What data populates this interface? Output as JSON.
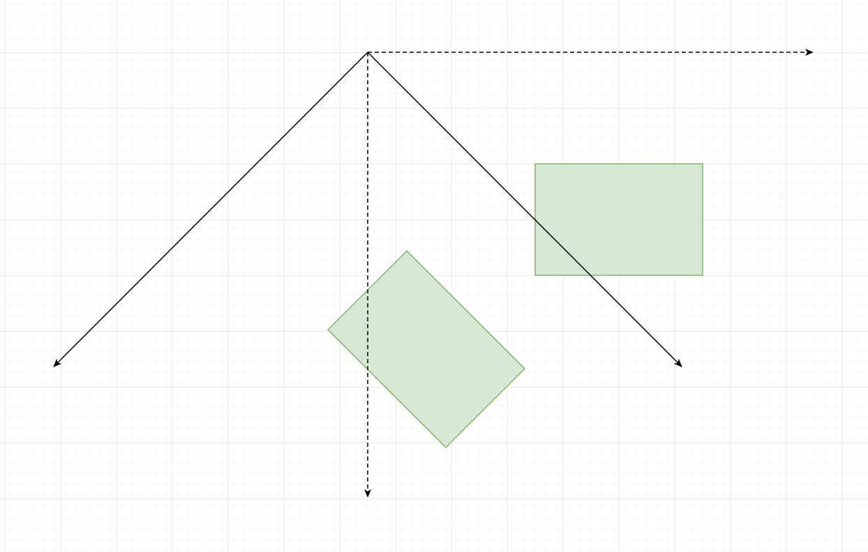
{
  "canvas": {
    "background": "#ffffff",
    "grid_minor_color": "#f0f0f0",
    "grid_major_color": "#d6d6d6",
    "grid_visible": true
  },
  "diagram": {
    "edge_color": "#000000",
    "shape_fill": "#d5e8d4",
    "shape_stroke": "#82b366",
    "edges": [
      {
        "id": "dashed-arrow-right",
        "style": "dashed",
        "direction": "right"
      },
      {
        "id": "dashed-arrow-down",
        "style": "dashed",
        "direction": "down"
      },
      {
        "id": "solid-arrow-down-left",
        "style": "solid",
        "direction": "down-left"
      },
      {
        "id": "solid-arrow-down-right",
        "style": "solid",
        "direction": "down-right"
      }
    ],
    "shapes": [
      {
        "id": "green-rectangle",
        "rotation_deg": 0
      },
      {
        "id": "rotated-green-rectangle",
        "rotation_deg": 45
      }
    ]
  }
}
